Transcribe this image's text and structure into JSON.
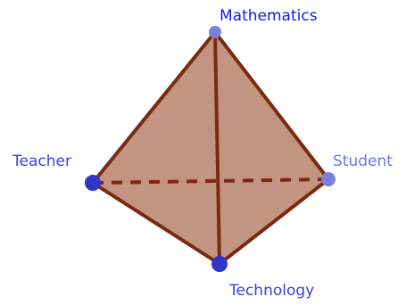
{
  "vertices": {
    "mathematics": {
      "label": "Mathematics"
    },
    "teacher": {
      "label": "Teacher"
    },
    "student": {
      "label": "Student"
    },
    "technology": {
      "label": "Technology"
    }
  },
  "colors": {
    "face_fill": "#a35a3e",
    "edge": "#7a2a10",
    "vertex_dark": "#2e35c8",
    "vertex_light": "#7b80db",
    "label_dark": "#1a1ad8",
    "label_light": "#6e73e6"
  }
}
